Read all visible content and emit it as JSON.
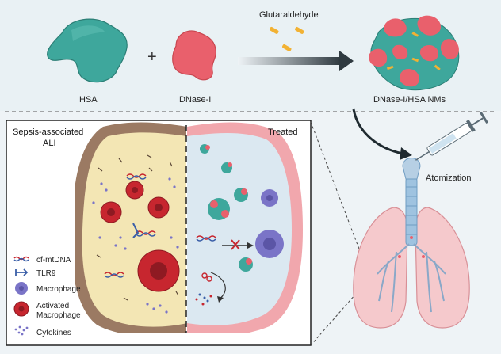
{
  "top": {
    "hsa": "HSA",
    "plus": "+",
    "dnase": "DNase-I",
    "glutaraldehyde": "Glutaraldehyde",
    "product": "DNase-I/HSA NMs"
  },
  "panel": {
    "left_title_line1": "Sepsis-associated",
    "left_title_line2": "ALI",
    "right_title": "Treated"
  },
  "legend": [
    {
      "label": "cf-mtDNA"
    },
    {
      "label": "TLR9"
    },
    {
      "label": "Macrophage"
    },
    {
      "label_line1": "Activated",
      "label_line2": "Macrophage"
    },
    {
      "label": "Cytokines"
    }
  ],
  "right": {
    "atomization": "Atomization"
  },
  "colors": {
    "hsa": "#3ea79c",
    "dnase": "#e9606c",
    "glut": "#f2b233",
    "arrow": "#2f3a40",
    "inflamed_bg": "#f3e6b4",
    "treated_bg": "#dbe8f1",
    "tissue_brown": "#9b7a63",
    "tissue_pink": "#f1a7ad",
    "macrophage": "#7a74c7",
    "activated": "#c7262f",
    "lung": "#f5c9cc",
    "trachea": "#9fc3e0"
  }
}
